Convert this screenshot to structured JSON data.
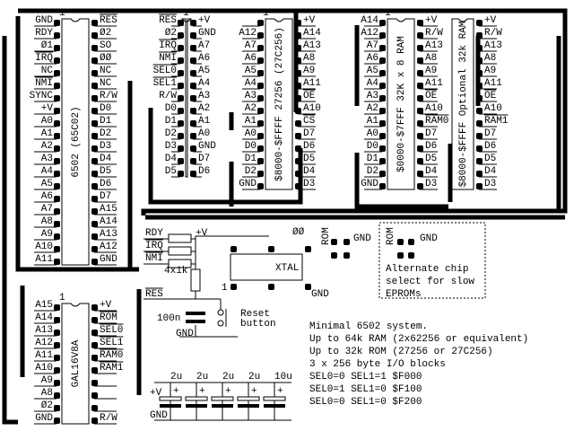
{
  "title": "Minimal 6502 system schematic",
  "colors": {
    "ink": "#000000",
    "paper": "#ffffff"
  },
  "cpu": {
    "name": "6502 (65C02)",
    "pin1": "1",
    "left": [
      "GND",
      "RDY",
      "Ø1",
      "IRQ",
      "NC",
      "NMI",
      "SYNC",
      "+V",
      "A0",
      "A1",
      "A2",
      "A3",
      "A4",
      "A5",
      "A6",
      "A7",
      "A8",
      "A9",
      "A10",
      "A11"
    ],
    "left_overline": [
      false,
      false,
      false,
      true,
      false,
      true,
      false,
      false,
      false,
      false,
      false,
      false,
      false,
      false,
      false,
      false,
      false,
      false,
      false,
      false
    ],
    "right": [
      "RES",
      "Ø2",
      "SO",
      "ØØ",
      "NC",
      "NC",
      "R/W",
      "D0",
      "D1",
      "D2",
      "D3",
      "D4",
      "D5",
      "D6",
      "D7",
      "A15",
      "A14",
      "A13",
      "A12",
      "GND"
    ],
    "right_overline": [
      true,
      false,
      false,
      false,
      false,
      false,
      false,
      false,
      false,
      false,
      false,
      false,
      false,
      false,
      false,
      false,
      false,
      false,
      false,
      false
    ]
  },
  "io_header": {
    "pin1": "1",
    "left": [
      "RES",
      "Ø2",
      "IRQ",
      "NMI",
      "SEL0",
      "SEL1",
      "R/W",
      "D0",
      "D1",
      "D2",
      "D3",
      "D4",
      "D5"
    ],
    "left_overline": [
      true,
      false,
      true,
      true,
      true,
      true,
      false,
      false,
      false,
      false,
      false,
      false,
      false
    ],
    "right": [
      "+V",
      "GND",
      "A7",
      "A6",
      "A5",
      "A4",
      "A3",
      "A2",
      "A1",
      "A0",
      "GND",
      "D7",
      "D6"
    ]
  },
  "rom": {
    "name": "$8000-$FFFF 27256 (27C256)",
    "pin1": "1",
    "left": [
      "",
      "A12",
      "A7",
      "A6",
      "A5",
      "A4",
      "A3",
      "A2",
      "A1",
      "A0",
      "D0",
      "D1",
      "D2",
      "GND"
    ],
    "right": [
      "+V",
      "A14",
      "A13",
      "A8",
      "A9",
      "A11",
      "OE",
      "A10",
      "CS",
      "D7",
      "D6",
      "D5",
      "D4",
      "D3"
    ],
    "right_overline": [
      false,
      false,
      false,
      false,
      false,
      false,
      true,
      false,
      true,
      false,
      false,
      false,
      false,
      false
    ]
  },
  "ram0": {
    "name": "$0000-$7FFF   32K x 8 RAM",
    "pin1": "1",
    "left": [
      "A14",
      "A12",
      "A7",
      "A6",
      "A5",
      "A4",
      "A3",
      "A2",
      "A1",
      "A0",
      "D0",
      "D1",
      "D2",
      "GND"
    ],
    "right": [
      "+V",
      "R/W",
      "A13",
      "A8",
      "A9",
      "A11",
      "OE",
      "A10",
      "RAM0",
      "D7",
      "D6",
      "D5",
      "D4",
      "D3"
    ],
    "right_overline": [
      false,
      false,
      false,
      false,
      false,
      false,
      true,
      false,
      true,
      false,
      false,
      false,
      false,
      false
    ]
  },
  "ram1": {
    "name": "$8000-$FFFF Optional 32k RAM",
    "right": [
      "+V",
      "R/W",
      "A13",
      "A8",
      "A9",
      "A11",
      "OE",
      "A10",
      "RAM1",
      "D7",
      "D6",
      "D5",
      "D4",
      "D3"
    ],
    "right_overline": [
      false,
      false,
      false,
      false,
      false,
      false,
      true,
      false,
      true,
      false,
      false,
      false,
      false,
      false
    ]
  },
  "gal": {
    "name": "GAL16V8A",
    "pin1": "1",
    "left": [
      "A15",
      "A14",
      "A13",
      "A12",
      "A11",
      "A10",
      "A9",
      "A8",
      "Ø2",
      "GND"
    ],
    "right": [
      "+V",
      "ROM",
      "SEL0",
      "SEL1",
      "RAM0",
      "RAM1",
      "",
      "",
      "",
      "R/W"
    ],
    "right_overline": [
      false,
      true,
      true,
      true,
      true,
      true,
      false,
      false,
      false,
      false
    ]
  },
  "reset_circuit": {
    "inputs": [
      "RDY",
      "IRQ",
      "NMI"
    ],
    "inputs_overline": [
      false,
      true,
      true
    ],
    "vplus": "+V",
    "resistor_label": "4x1k",
    "res_label": "RES",
    "cap_label": "100n",
    "gnd": "GND",
    "button_label_1": "Reset",
    "button_label_2": "button"
  },
  "xtal": {
    "label": "XTAL",
    "pin1": "1",
    "out": "ØØ",
    "gnd": "GND"
  },
  "rom_select": {
    "label": "ROM",
    "gnd": "GND"
  },
  "alt_select": {
    "label": "ROM",
    "gnd": "GND",
    "note_lines": [
      "Alternate chip",
      "select for slow",
      "EPROMs"
    ]
  },
  "decoupling": {
    "values": [
      "2u",
      "2u",
      "2u",
      "2u",
      "10u"
    ],
    "vplus": "+V",
    "gnd": "GND",
    "plus": "+"
  },
  "notes": [
    "Minimal 6502 system.",
    "Up to 64k RAM (2x62256 or equivalent)",
    "Up to 32k ROM (27256 or 27C256)",
    "3 x 256 byte I/O blocks",
    "  SEL0=0 SEL1=1 $F000",
    "  SEL0=1 SEL1=0 $F100",
    "  SEL0=0 SEL1=0 $F200"
  ]
}
